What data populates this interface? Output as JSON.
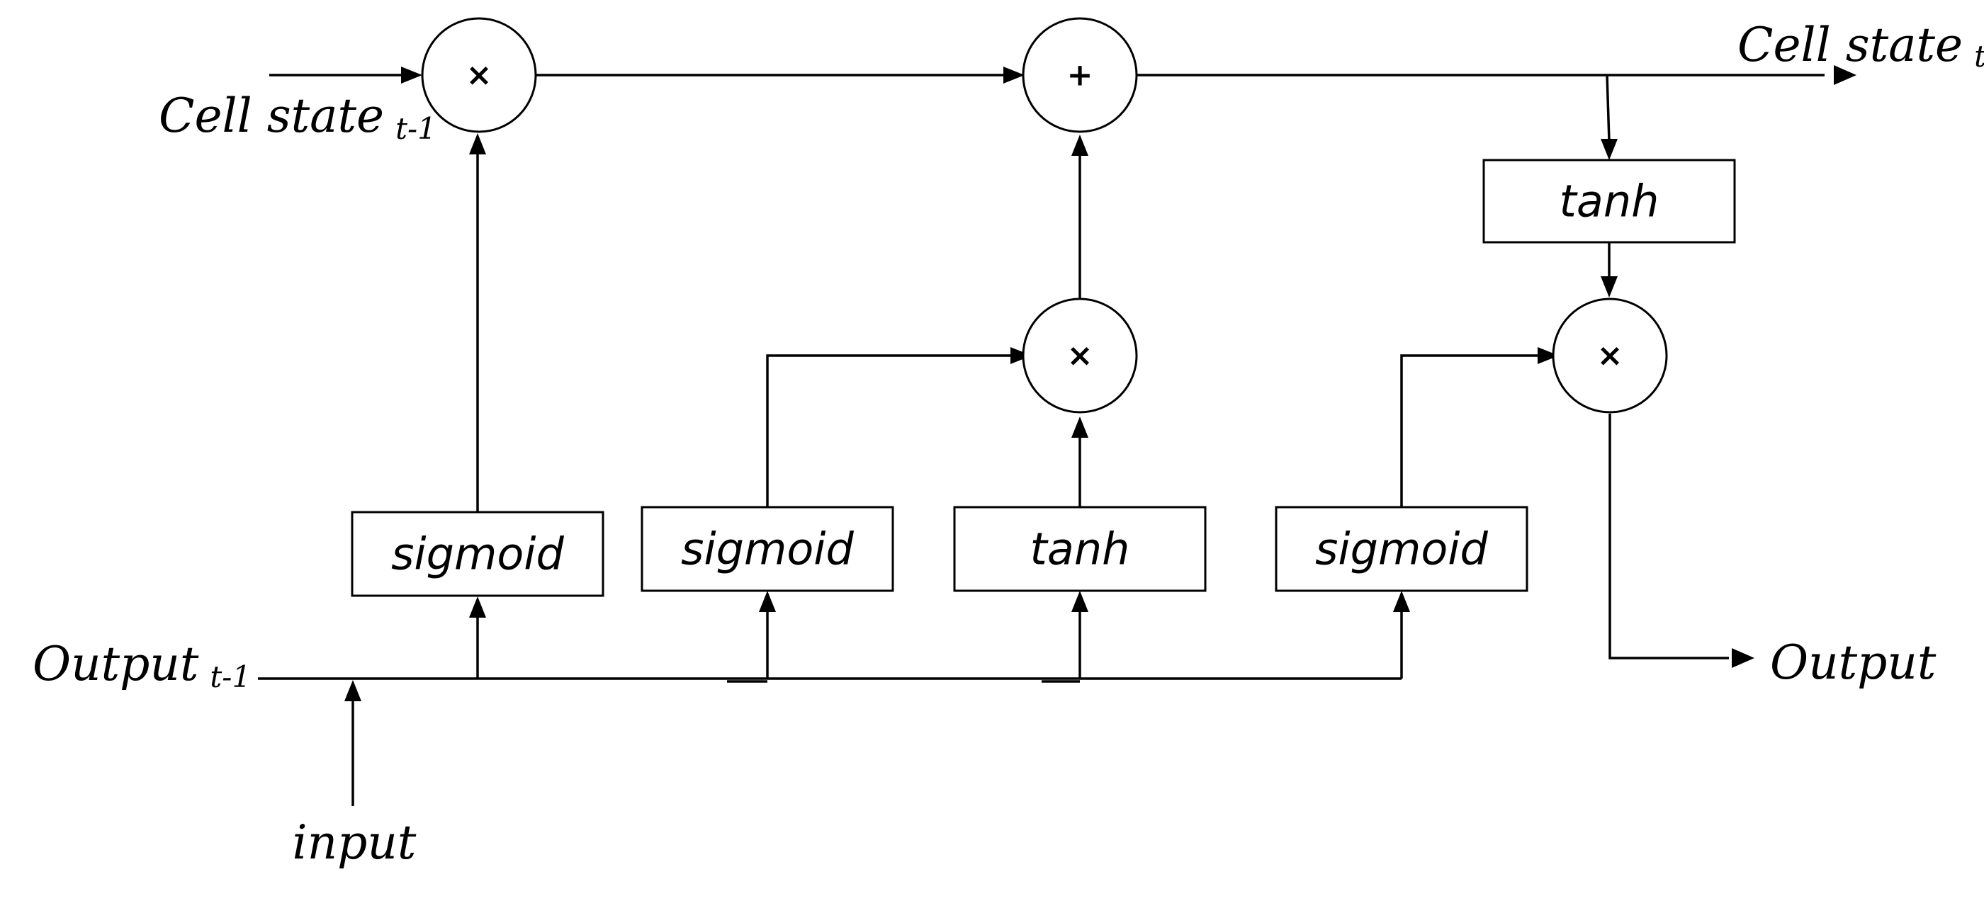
{
  "labels": {
    "cell_state_in": "Cell state",
    "cell_state_in_sub": "t-1",
    "cell_state_out": "Cell state",
    "cell_state_out_sub": "t",
    "output_prev": "Output",
    "output_prev_sub": "t-1",
    "output": "Output",
    "input": "input"
  },
  "gates": {
    "forget": "sigmoid",
    "input": "sigmoid",
    "candidate": "tanh",
    "output": "sigmoid",
    "cell_tanh": "tanh"
  },
  "operators": {
    "forget_mult": "×",
    "cell_add": "+",
    "input_mult": "×",
    "output_mult": "×"
  }
}
